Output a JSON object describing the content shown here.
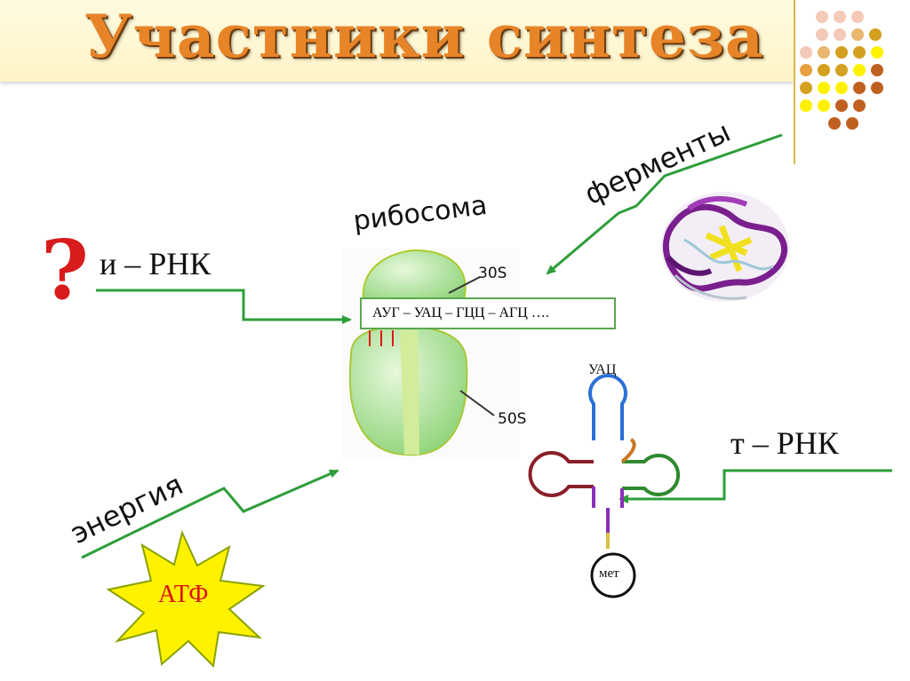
{
  "slide": {
    "title": "Участники синтеза"
  },
  "labels": {
    "mrna": "и – РНК",
    "question": "?",
    "ribosome": "рибосома",
    "enzymes": "ферменты",
    "energy": "энергия",
    "atp": "АТФ",
    "trna": "т – РНК",
    "small_subunit": "30S",
    "large_subunit": "50S",
    "codon_sequence": "АУГ – УАЦ – ГЦЦ – АГЦ ….",
    "anticodon": "УАЦ",
    "amino_acid": "мет"
  },
  "colors": {
    "title": "#e88428",
    "arrow": "#2e9e3a",
    "ribosome_fill": "#9fdc8a",
    "question_mark": "#d81c1c",
    "atp_star": "#fff200",
    "atp_text": "#e01010"
  }
}
